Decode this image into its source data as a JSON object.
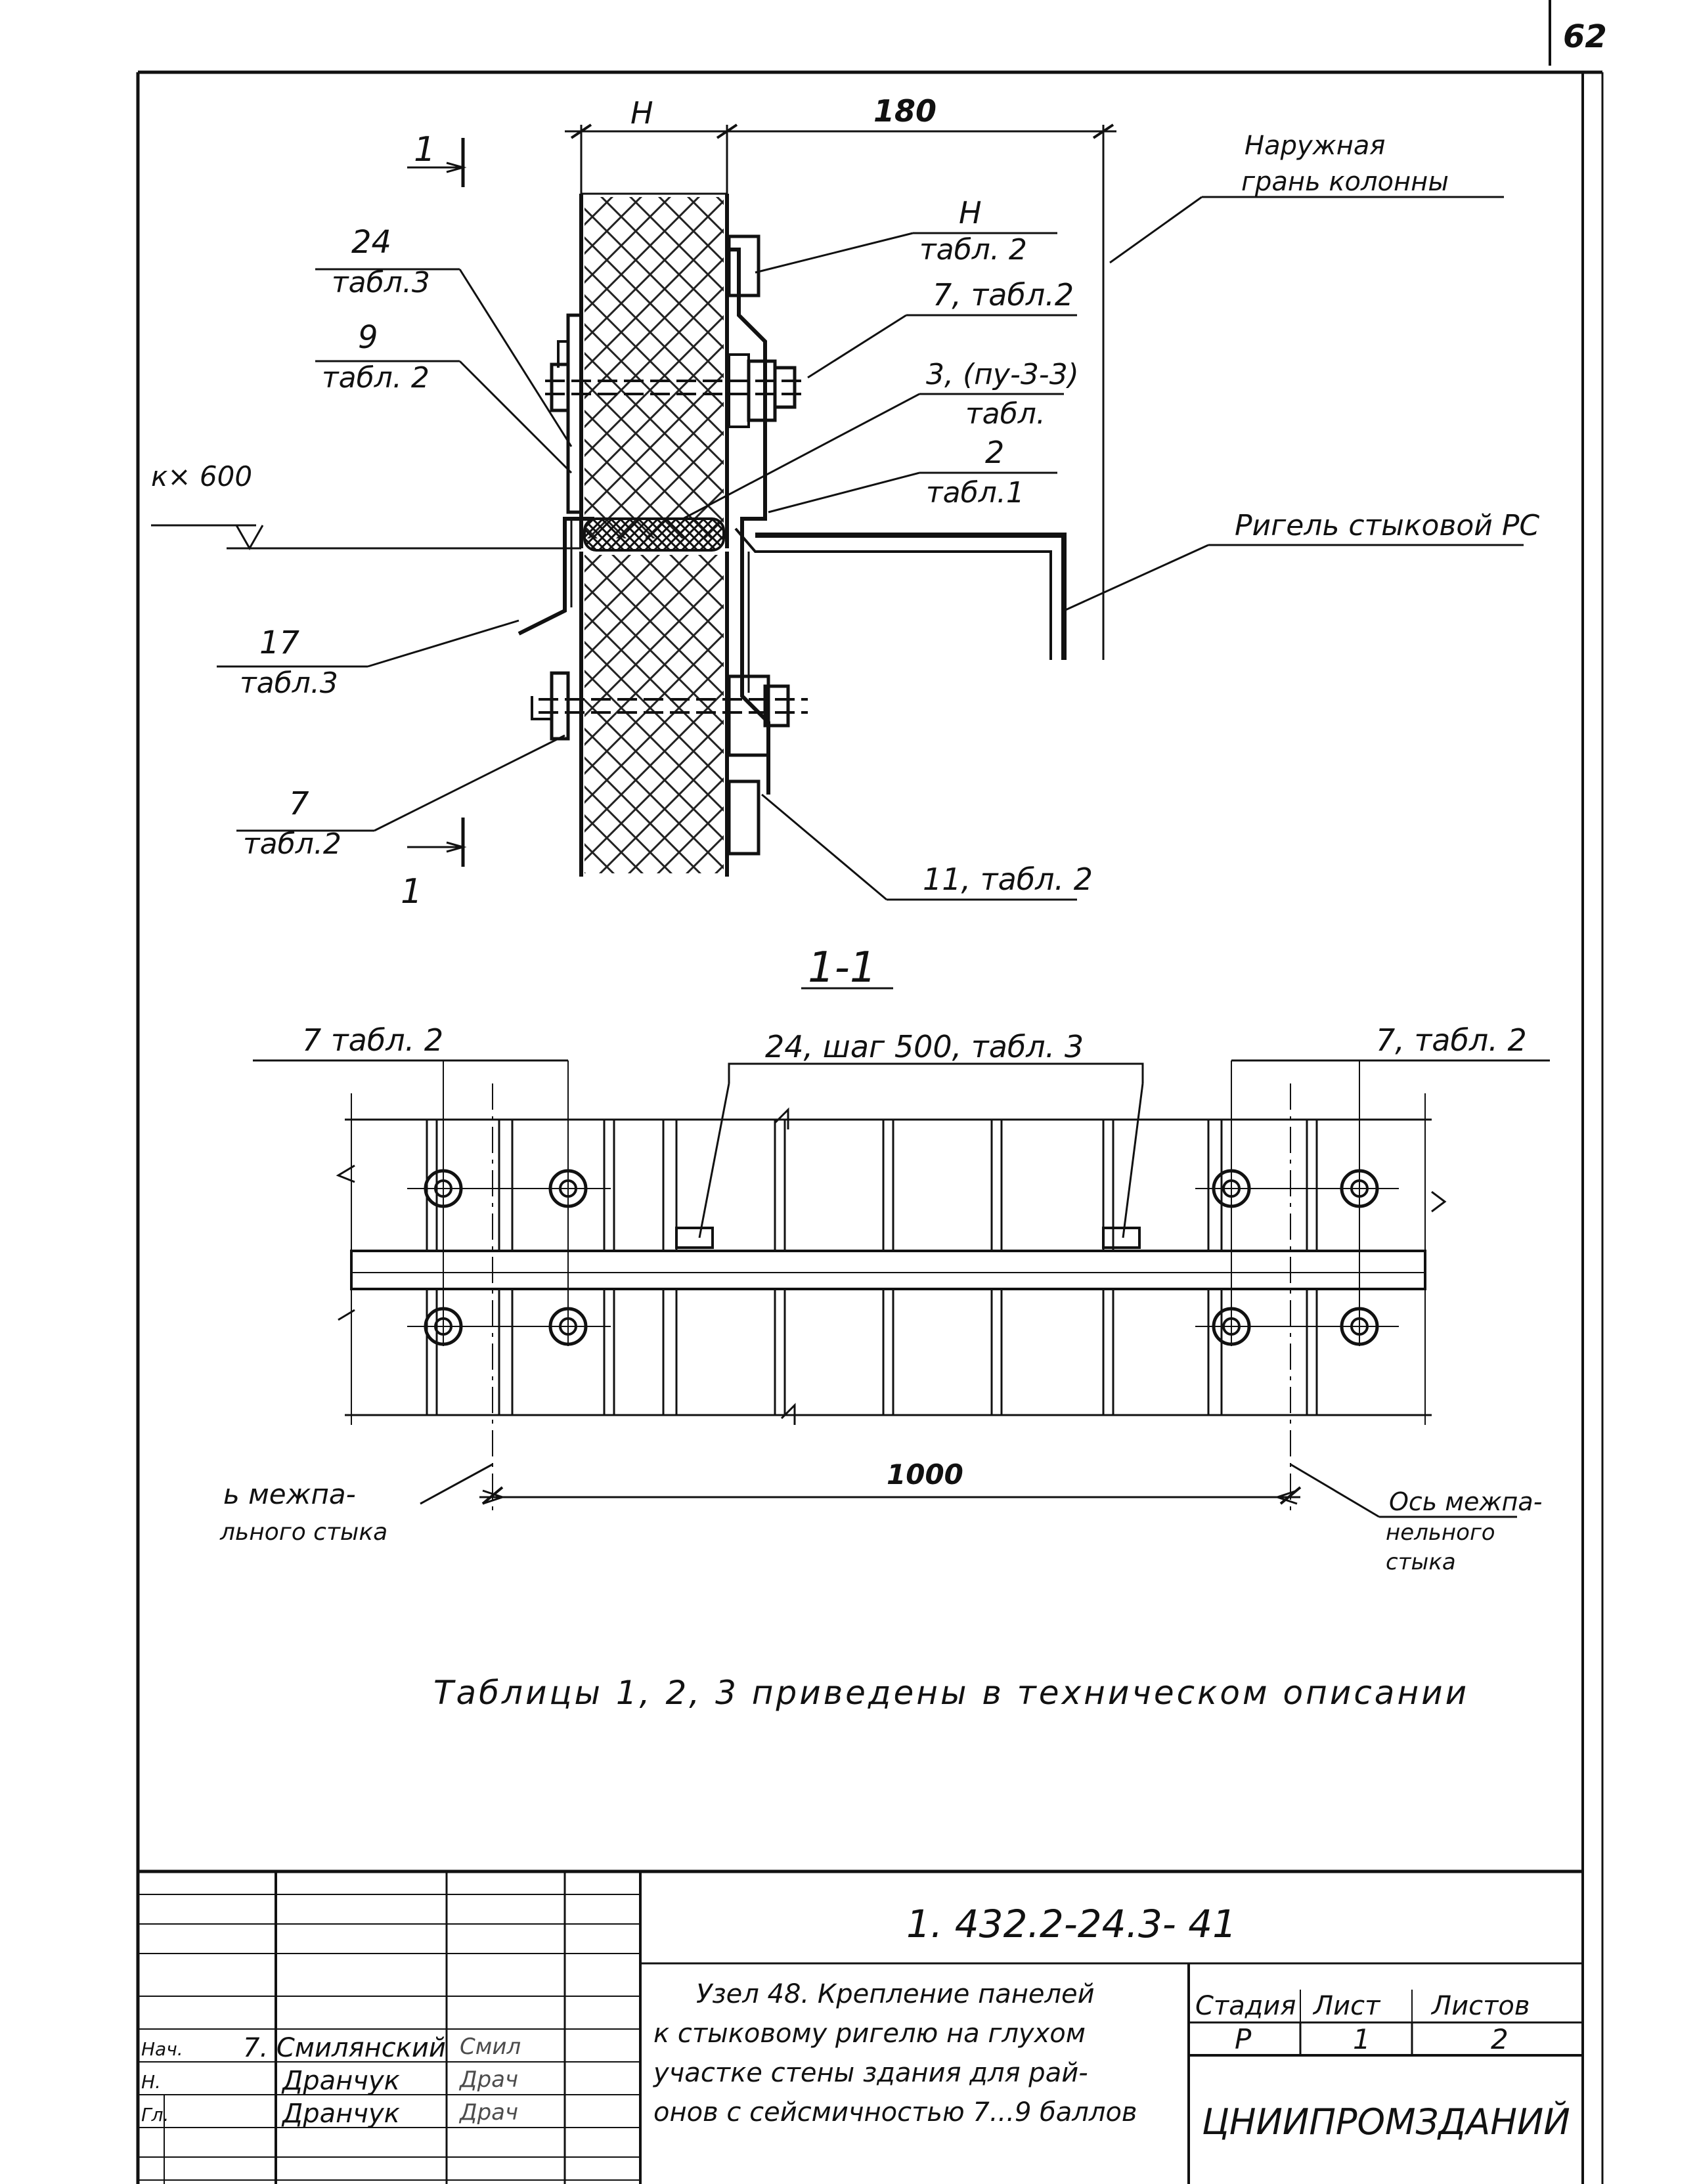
{
  "sheet_number": "62",
  "elevation": {
    "dim_h": "H",
    "dim_180": "180",
    "label_outer_face": [
      "Наружная",
      "грань колонны"
    ],
    "label_h_tabl2": [
      "H",
      "табл. 2"
    ],
    "label_7_tabl2": "7, табл.2",
    "label_3_tabl": [
      "3, (пу-3-3)",
      "табл."
    ],
    "label_2_tabl1": [
      "2",
      "табл.1"
    ],
    "label_24_tabl3": [
      "24",
      "табл.3"
    ],
    "label_9_tabl2": [
      "9",
      "табл. 2"
    ],
    "label_kx600": "к× 600",
    "label_rigel": "Ригель стыковой РС",
    "label_17_tabl3": [
      "17",
      "табл.3"
    ],
    "label_7_tabl2_lower": [
      "7",
      "табл.2"
    ],
    "label_11_tabl2": "11, табл. 2",
    "section_mark": "1"
  },
  "section": {
    "title": "1-1",
    "label_left": "7 табл. 2",
    "label_mid": "24, шаг 500, табл. 3",
    "label_right": "7, табл. 2",
    "dim_1000": "1000",
    "axis_left": [
      "ь межпа-",
      "льного стыка"
    ],
    "axis_right": [
      "Ось межпа-",
      "нельного",
      "стыка"
    ]
  },
  "note": "Таблицы 1, 2, 3 приведены в техническом описании",
  "title_block": {
    "code": "1. 432.2-24.3- 41",
    "description": [
      "Узел 48. Крепление панелей",
      "к стыковому ригелю на глухом",
      "участке стены здания для рай-",
      "онов с сейсмичностью 7...9 баллов"
    ],
    "stage_header": "Стадия",
    "sheet_header": "Лист",
    "sheets_header": "Листов",
    "stage": "Р",
    "sheet": "1",
    "sheets": "2",
    "organization": "ЦНИИПРОМЗДАНИЙ",
    "rows": [
      {
        "role": "Нач.",
        "name": "7. Смилянский",
        "signature": "Смил"
      },
      {
        "role": "Н.",
        "name": "Дранчук",
        "signature": "Драч"
      },
      {
        "role": "Гл.",
        "name": "Дранчук",
        "signature": "Драч"
      }
    ]
  }
}
